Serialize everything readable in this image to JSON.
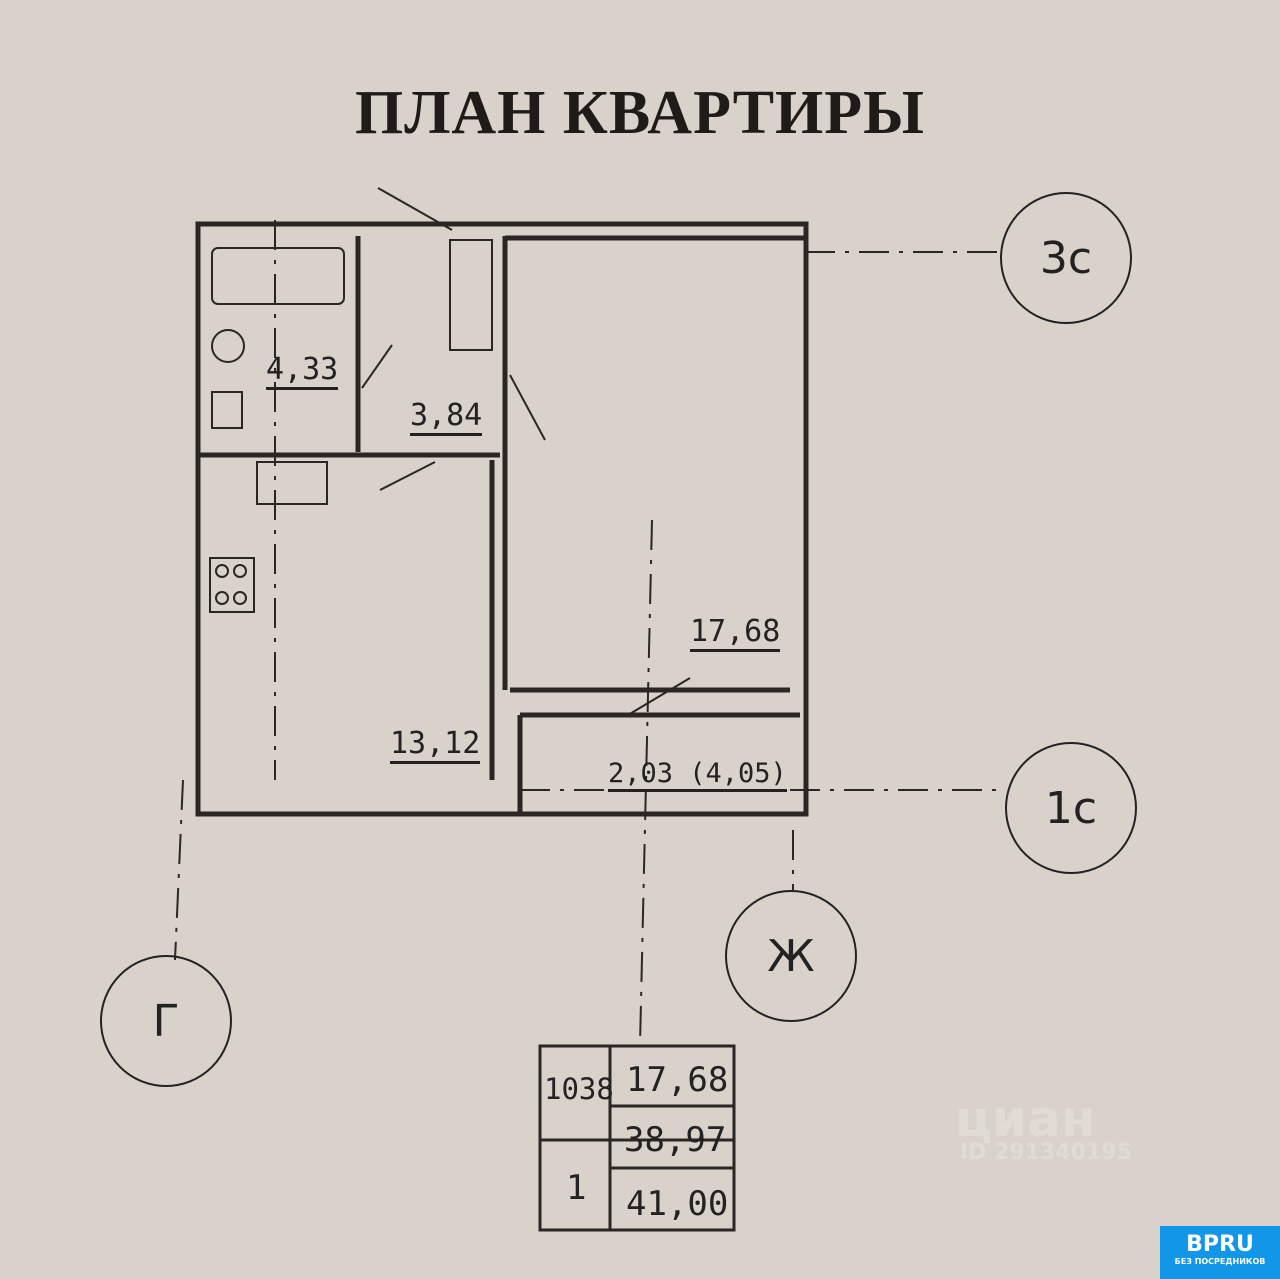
{
  "title": "ПЛАН КВАРТИРЫ",
  "rooms": {
    "bathroom": "4,33",
    "hallway": "3,84",
    "kitchen": "13,12",
    "living": "17,68",
    "balcony": "2,03 (4,05)"
  },
  "axes": {
    "top_right": "3с",
    "mid_right": "1с",
    "bottom": "Ж",
    "bottom_left": "Г"
  },
  "summary_table": {
    "apartment_no": "1038",
    "rooms": "1",
    "living_area": "17,68",
    "total_area": "38,97",
    "total_with_balcony": "41,00"
  },
  "watermark": {
    "brand": "циан",
    "id": "ID 291340195"
  },
  "logo": {
    "name": "BPRU",
    "tagline": "БЕЗ ПОСРЕДНИКОВ"
  }
}
